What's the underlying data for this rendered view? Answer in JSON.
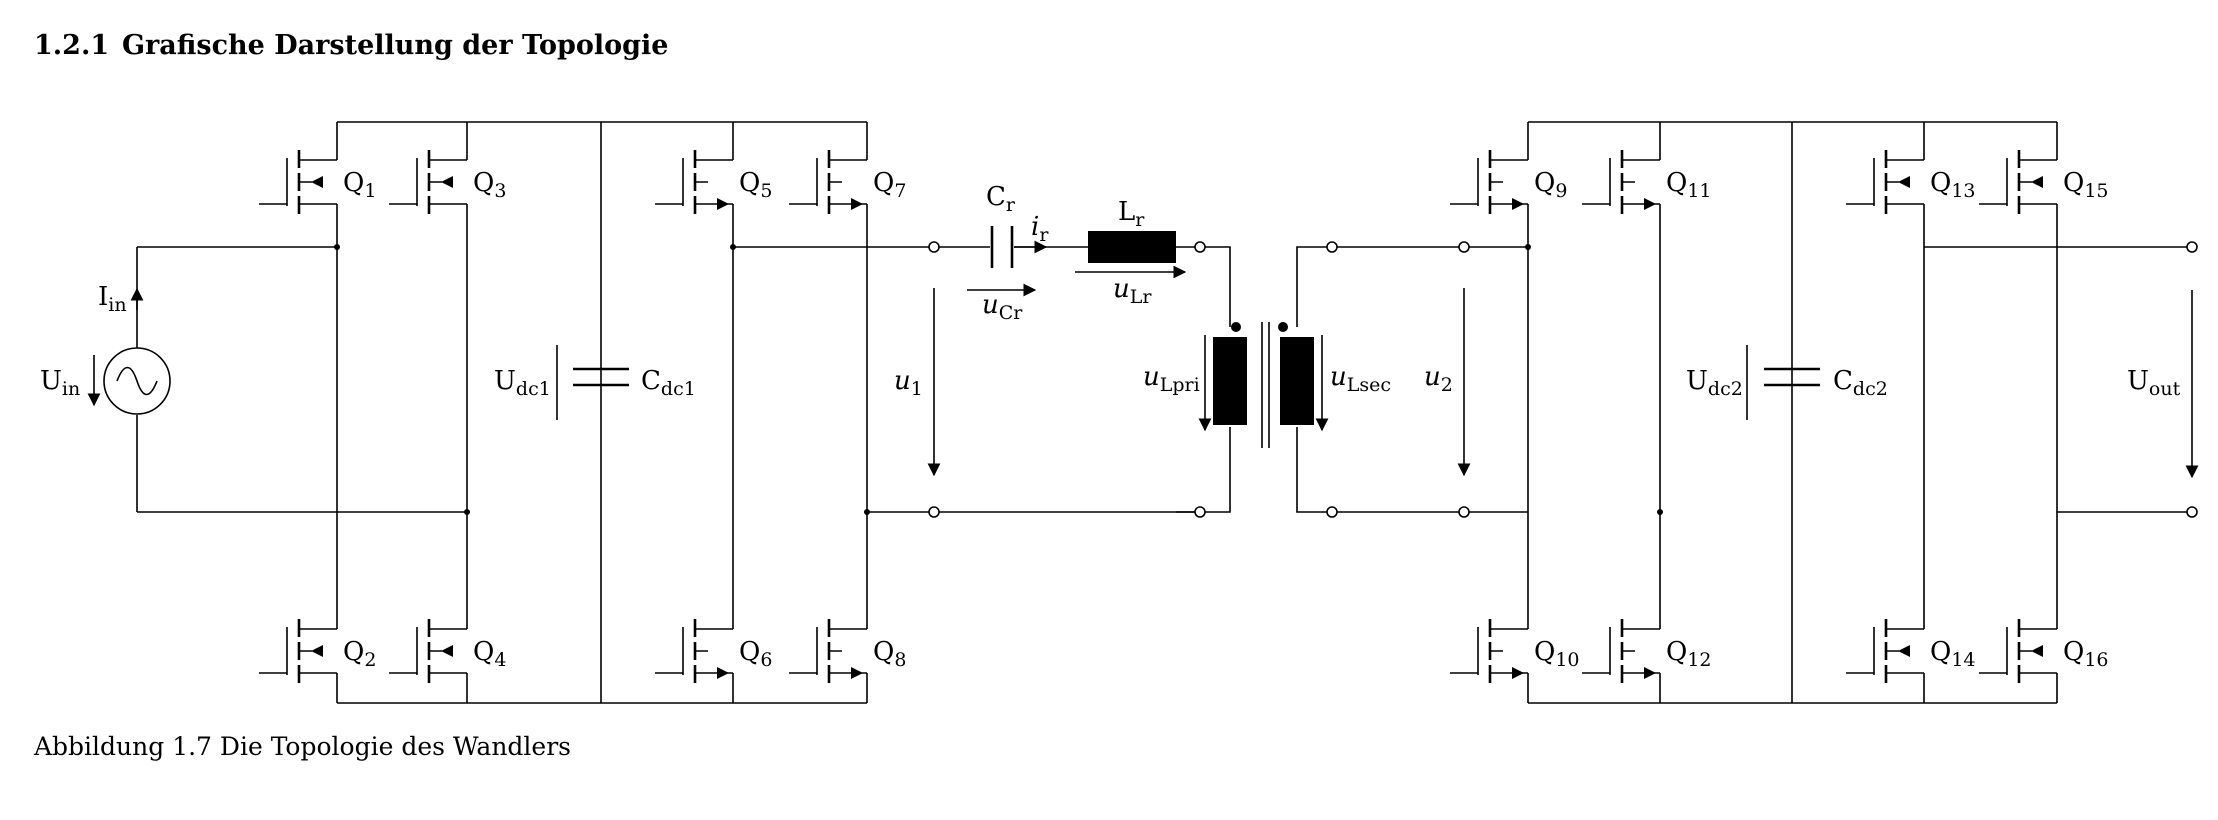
{
  "heading": {
    "number": "1.2.1",
    "title": "Grafische Darstellung der Topologie"
  },
  "caption": "Abbildung 1.7 Die Topologie des Wandlers",
  "transistors": [
    {
      "id": "Q1",
      "main": "Q",
      "sub": "1"
    },
    {
      "id": "Q2",
      "main": "Q",
      "sub": "2"
    },
    {
      "id": "Q3",
      "main": "Q",
      "sub": "3"
    },
    {
      "id": "Q4",
      "main": "Q",
      "sub": "4"
    },
    {
      "id": "Q5",
      "main": "Q",
      "sub": "5"
    },
    {
      "id": "Q6",
      "main": "Q",
      "sub": "6"
    },
    {
      "id": "Q7",
      "main": "Q",
      "sub": "7"
    },
    {
      "id": "Q8",
      "main": "Q",
      "sub": "8"
    },
    {
      "id": "Q9",
      "main": "Q",
      "sub": "9"
    },
    {
      "id": "Q10",
      "main": "Q",
      "sub": "10"
    },
    {
      "id": "Q11",
      "main": "Q",
      "sub": "11"
    },
    {
      "id": "Q12",
      "main": "Q",
      "sub": "12"
    },
    {
      "id": "Q13",
      "main": "Q",
      "sub": "13"
    },
    {
      "id": "Q14",
      "main": "Q",
      "sub": "14"
    },
    {
      "id": "Q15",
      "main": "Q",
      "sub": "15"
    },
    {
      "id": "Q16",
      "main": "Q",
      "sub": "16"
    }
  ],
  "labels": {
    "Iin": {
      "main": "I",
      "sub": "in"
    },
    "Uin": {
      "main": "U",
      "sub": "in"
    },
    "Udc1": {
      "main": "U",
      "sub": "dc1"
    },
    "Cdc1": {
      "main": "C",
      "sub": "dc1"
    },
    "u1": {
      "main": "u",
      "sub": "1"
    },
    "Cr": {
      "main": "C",
      "sub": "r"
    },
    "ir": {
      "main": "i",
      "sub": "r"
    },
    "uCr": {
      "main": "u",
      "sub": "Cr"
    },
    "Lr": {
      "main": "L",
      "sub": "r"
    },
    "uLr": {
      "main": "u",
      "sub": "Lr"
    },
    "uLpri": {
      "main": "u",
      "sub": "Lpri"
    },
    "uLsec": {
      "main": "u",
      "sub": "Lsec"
    },
    "u2": {
      "main": "u",
      "sub": "2"
    },
    "Udc2": {
      "main": "U",
      "sub": "dc2"
    },
    "Cdc2": {
      "main": "C",
      "sub": "dc2"
    },
    "Uout": {
      "main": "U",
      "sub": "out"
    }
  }
}
